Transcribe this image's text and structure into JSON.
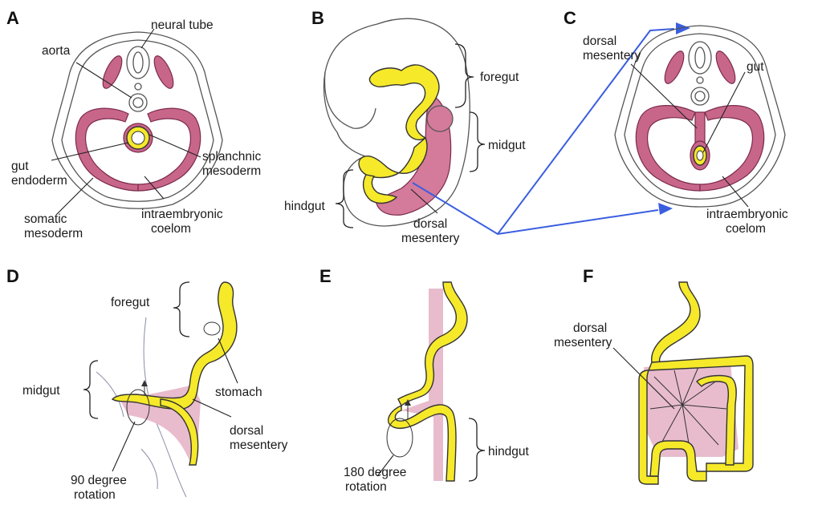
{
  "panels": {
    "a": {
      "letter": "A",
      "labels": {
        "neural_tube": "neural tube",
        "aorta": "aorta",
        "gut_1": "gut",
        "gut_2": "endoderm",
        "splanchnic_1": "splanchnic",
        "splanchnic_2": "mesoderm",
        "somatic_1": "somatic",
        "somatic_2": "mesoderm",
        "coelom_1": "intraembryonic",
        "coelom_2": "coelom"
      }
    },
    "b": {
      "letter": "B",
      "labels": {
        "foregut": "foregut",
        "midgut": "midgut",
        "hindgut": "hindgut",
        "dorsal_1": "dorsal",
        "dorsal_2": "mesentery"
      }
    },
    "c": {
      "letter": "C",
      "labels": {
        "dorsal_1": "dorsal",
        "dorsal_2": "mesentery",
        "gut": "gut",
        "coelom_1": "intraembryonic",
        "coelom_2": "coelom"
      }
    },
    "d": {
      "letter": "D",
      "labels": {
        "foregut": "foregut",
        "midgut": "midgut",
        "stomach": "stomach",
        "dorsal_1": "dorsal",
        "dorsal_2": "mesentery",
        "rotation_1": "90 degree",
        "rotation_2": "rotation"
      }
    },
    "e": {
      "letter": "E",
      "labels": {
        "hindgut": "hindgut",
        "rotation_1": "180 degree",
        "rotation_2": "rotation"
      }
    },
    "f": {
      "letter": "F",
      "labels": {
        "dorsal_1": "dorsal",
        "dorsal_2": "mesentery"
      }
    }
  },
  "colors": {
    "mesoderm": "#c8668a",
    "mesentery_fill": "#e8bccd",
    "gut_fill": "#f5e92a",
    "arrow_blue": "#3a5ee0",
    "outline": "#555555"
  }
}
